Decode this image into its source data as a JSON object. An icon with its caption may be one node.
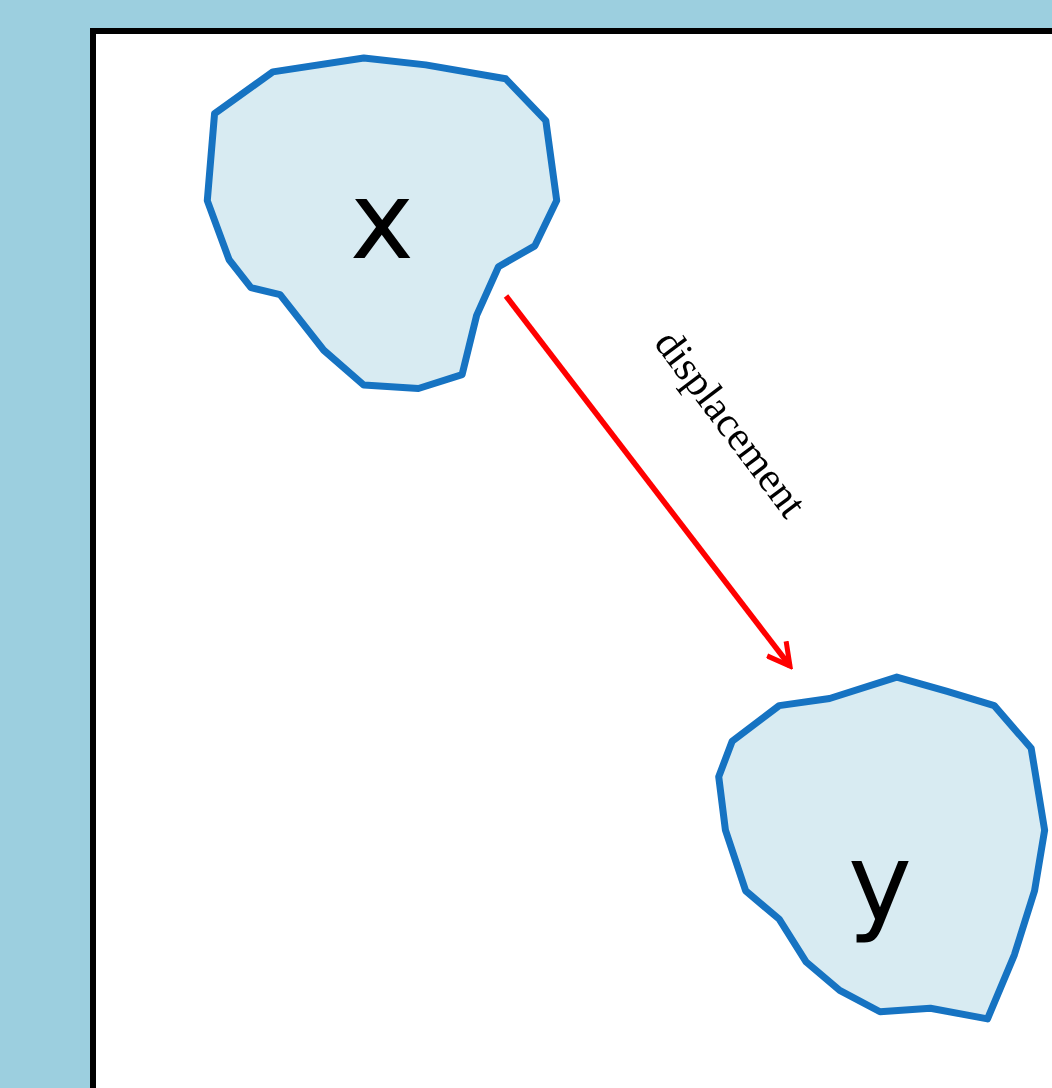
{
  "diagram": {
    "nodes": [
      {
        "text": [
          "x"
        ]
      },
      {
        "text": [
          "y"
        ]
      }
    ],
    "edges": [
      {
        "from": 0,
        "to": 1,
        "arrow": "to",
        "label": "displacement",
        "color": "#ff0000"
      }
    ]
  }
}
